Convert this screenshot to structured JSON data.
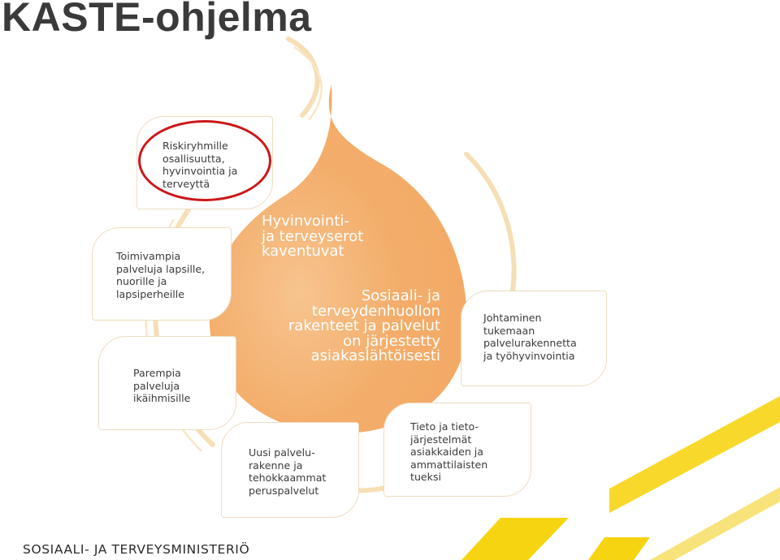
{
  "page": {
    "title": "KASTE-ohjelma"
  },
  "footer": {
    "ministry": "SOSIAALI- JA TERVEYSMINISTERIÖ"
  },
  "colors": {
    "drop": "#f3a966",
    "drop_highlight": "#f7c48f",
    "swirl": "#f6dfb5",
    "yellow_accent": "#f7d411",
    "highlight_ring": "#cc1719",
    "card_border": "#eedcc0"
  },
  "drop": {
    "text_a": [
      "Hyvinvointi-",
      "ja terveyserot",
      "kaventuvat"
    ],
    "text_b": [
      "Sosiaali- ja",
      "terveydenhuollon",
      "rakenteet ja palvelut",
      "on järjestetty",
      "asiakaslähtöisesti"
    ]
  },
  "cards": [
    {
      "lines": [
        "Riskiryhmille",
        "osallisuutta,",
        "hyvinvointia ja",
        "terveyttä"
      ],
      "highlighted": true
    },
    {
      "lines": [
        "Toimivampia",
        "palveluja lapsille,",
        "nuorille ja",
        "lapsiperheille"
      ]
    },
    {
      "lines": [
        "Parempia",
        "palveluja",
        "ikäihmisille"
      ]
    },
    {
      "lines": [
        "Uusi palvelu-",
        "rakenne ja",
        "tehokkaammat",
        "peruspalvelut"
      ]
    },
    {
      "lines": [
        "Tieto ja tieto-",
        "järjestelmät",
        "asiakkaiden ja",
        "ammattilaisten",
        "tueksi"
      ]
    },
    {
      "lines": [
        "Johtaminen",
        "tukemaan",
        "palvelurakennetta",
        "ja työhyvinvointia"
      ]
    }
  ]
}
